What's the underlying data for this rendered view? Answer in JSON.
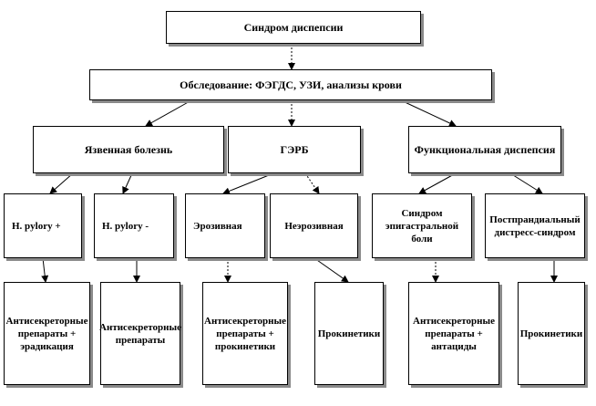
{
  "diagram": {
    "root": "Синдром диспепсии",
    "exam": "Обследование: ФЭГДС, УЗИ, анализы крови",
    "categories": {
      "ulcer": "Язвенная болезнь",
      "gerd": "ГЭРБ",
      "functional": "Функциональная диспепсия"
    },
    "subtypes": {
      "hp_positive": "H. pylory +",
      "hp_negative": "H. pylory -",
      "erosive": "Эрозивная",
      "non_erosive": "Неэрозивная",
      "epigastric_pain": "Синдром эпигастральной боли",
      "postprandial": "Постпрандиальный дистресс-синдром"
    },
    "treatments": {
      "t1": "Антисекреторные препараты + эрадикация",
      "t2": "Антисекреторные препараты",
      "t3": "Антисекреторные препараты + прокинетики",
      "t4": "Прокинетики",
      "t5": "Антисекреторные препараты + антациды",
      "t6": "Прокинетики"
    }
  }
}
